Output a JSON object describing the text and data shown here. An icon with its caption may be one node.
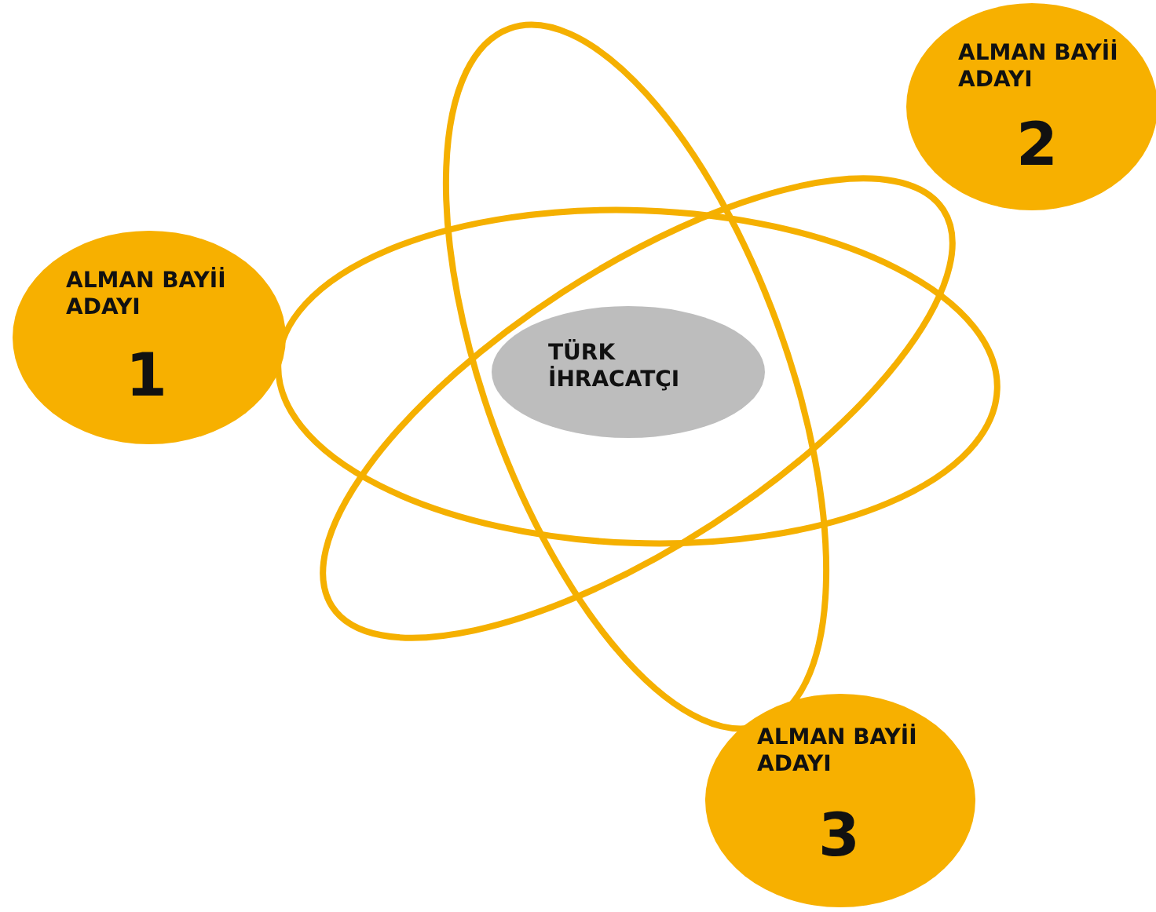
{
  "diagram": {
    "nodes": [
      {
        "text": [
          "TÜRK İHRACATÇI"
        ]
      },
      {
        "text": [
          "ALMAN BAYİİ ADAYI",
          "1"
        ]
      },
      {
        "text": [
          "ALMAN BAYİİ ADAYI",
          "2"
        ]
      },
      {
        "text": [
          "ALMAN BAYİİ ADAYI",
          "3"
        ]
      }
    ]
  }
}
